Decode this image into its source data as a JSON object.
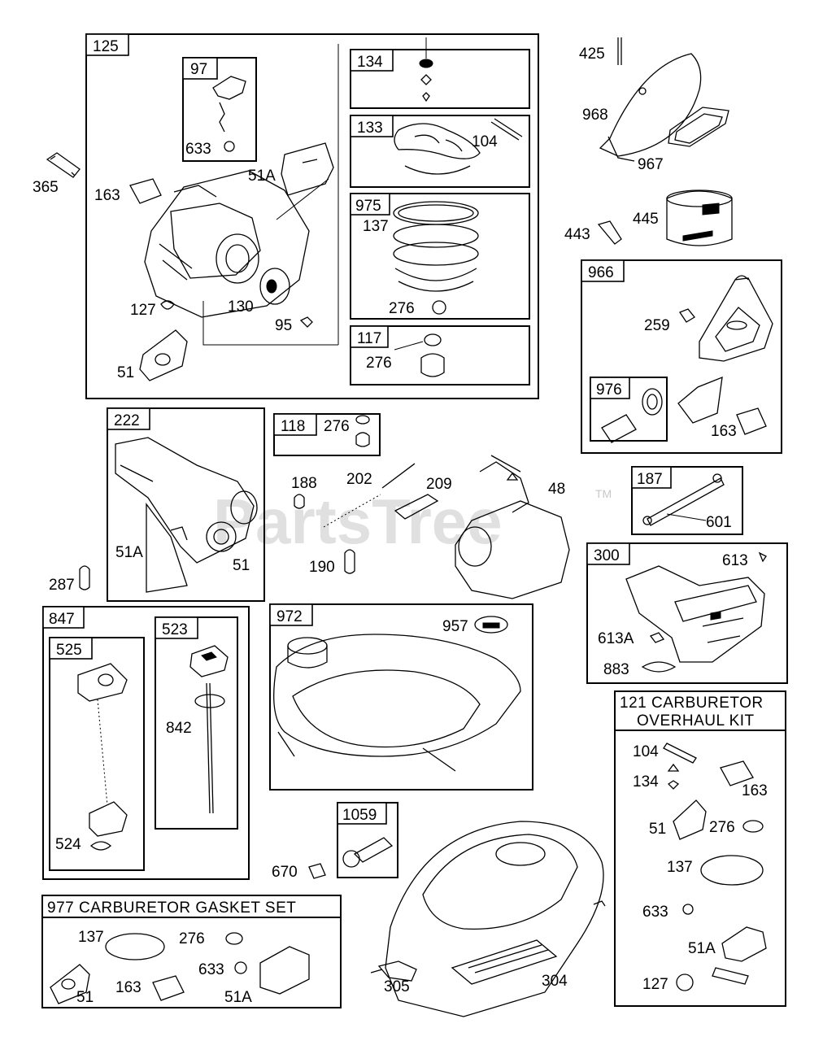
{
  "watermark": {
    "text": "PartsTree",
    "trademark": "TM"
  },
  "groups": {
    "g125": "125",
    "g97": "97",
    "g134": "134",
    "g133": "133",
    "g975": "975",
    "g117": "117",
    "g966": "966",
    "g976": "976",
    "g222": "222",
    "g118": "118",
    "g187": "187",
    "g300": "300",
    "g847": "847",
    "g525": "525",
    "g523": "523",
    "g972": "972",
    "g1059": "1059"
  },
  "kits": {
    "carb_overhaul_line1": "121 CARBURETOR",
    "carb_overhaul_line2": "OVERHAUL KIT",
    "gasket_set": "977 CARBURETOR  GASKET SET"
  },
  "parts": {
    "p633a": "633",
    "p365": "365",
    "p163a": "163",
    "p51a_a": "51A",
    "p104a": "104",
    "p137a": "137",
    "p276a": "276",
    "p127a": "127",
    "p130": "130",
    "p95": "95",
    "p51a": "51",
    "p276b": "276",
    "p425": "425",
    "p968": "968",
    "p967": "967",
    "p443": "443",
    "p445": "445",
    "p259": "259",
    "p163b": "163",
    "p276c": "276",
    "p188": "188",
    "p202": "202",
    "p209": "209",
    "p48": "48",
    "p601": "601",
    "p51a_b": "51A",
    "p51b": "51",
    "p287": "287",
    "p190": "190",
    "p613": "613",
    "p613a": "613A",
    "p883": "883",
    "p957": "957",
    "p842": "842",
    "p524": "524",
    "p670": "670",
    "p104b": "104",
    "p134b": "134",
    "p163c": "163",
    "p51c": "51",
    "p276d": "276",
    "p137b": "137",
    "p633b": "633",
    "p51a_c": "51A",
    "p127b": "127",
    "p137c": "137",
    "p276e": "276",
    "p633c": "633",
    "p51d": "51",
    "p163d": "163",
    "p51a_d": "51A",
    "p305": "305",
    "p304": "304"
  }
}
